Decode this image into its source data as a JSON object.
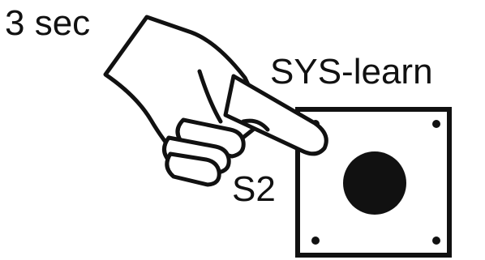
{
  "labels": {
    "duration": "3 sec",
    "button_name": "SYS-learn",
    "switch_id": "S2"
  },
  "colors": {
    "ink": "#111111",
    "background": "#ffffff"
  },
  "icons": {
    "hand": "pointing-hand-icon",
    "button": "push-button-icon"
  }
}
